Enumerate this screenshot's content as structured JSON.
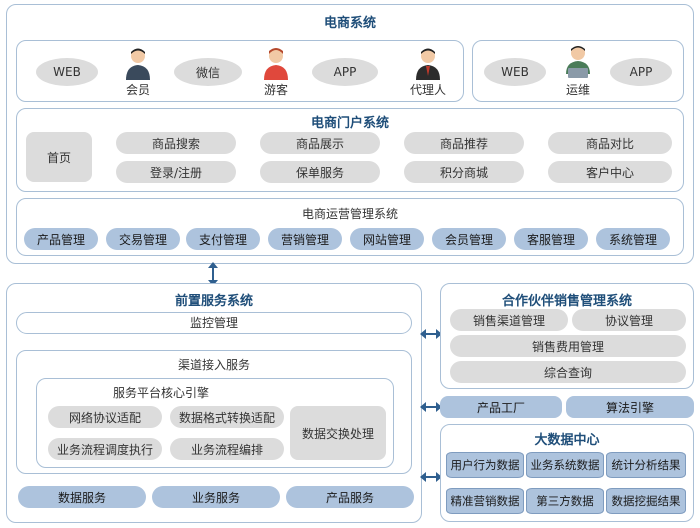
{
  "ecommerce": {
    "title": "电商系统",
    "channels_left": [
      "WEB",
      "微信",
      "APP"
    ],
    "people_left": [
      "会员",
      "游客",
      "代理人"
    ],
    "channels_right": [
      "WEB",
      "APP"
    ],
    "people_right": [
      "运维"
    ]
  },
  "portal": {
    "title": "电商门户系统",
    "home": "首页",
    "row1": [
      "商品搜索",
      "商品展示",
      "商品推荐",
      "商品对比"
    ],
    "row2": [
      "登录/注册",
      "保单服务",
      "积分商城",
      "客户中心"
    ]
  },
  "ops": {
    "title": "电商运营管理系统",
    "items": [
      "产品管理",
      "交易管理",
      "支付管理",
      "营销管理",
      "网站管理",
      "会员管理",
      "客服管理",
      "系统管理"
    ]
  },
  "front": {
    "title": "前置服务系统",
    "monitor": "监控管理",
    "channel_title": "渠道接入服务",
    "engine_title": "服务平台核心引擎",
    "engine_items": [
      "网络协议适配",
      "数据格式转换适配",
      "业务流程调度执行",
      "业务流程编排"
    ],
    "exchange": "数据交换处理",
    "services": [
      "数据服务",
      "业务服务",
      "产品服务"
    ]
  },
  "partner": {
    "title": "合作伙伴销售管理系统",
    "items": [
      "销售渠道管理",
      "协议管理",
      "销售费用管理",
      "综合查询"
    ]
  },
  "factory": [
    "产品工厂",
    "算法引擎"
  ],
  "bigdata": {
    "title": "大数据中心",
    "items": [
      "用户行为数据",
      "业务系统数据",
      "统计分析结果",
      "精准营销数据",
      "第三方数据",
      "数据挖掘结果"
    ]
  },
  "colors": {
    "frame": "#a9bfd6",
    "blue_pill": "#adc3dd",
    "grey_pill": "#dcdcdc",
    "title": "#1f4e79",
    "arrow": "#2f5f8f"
  }
}
